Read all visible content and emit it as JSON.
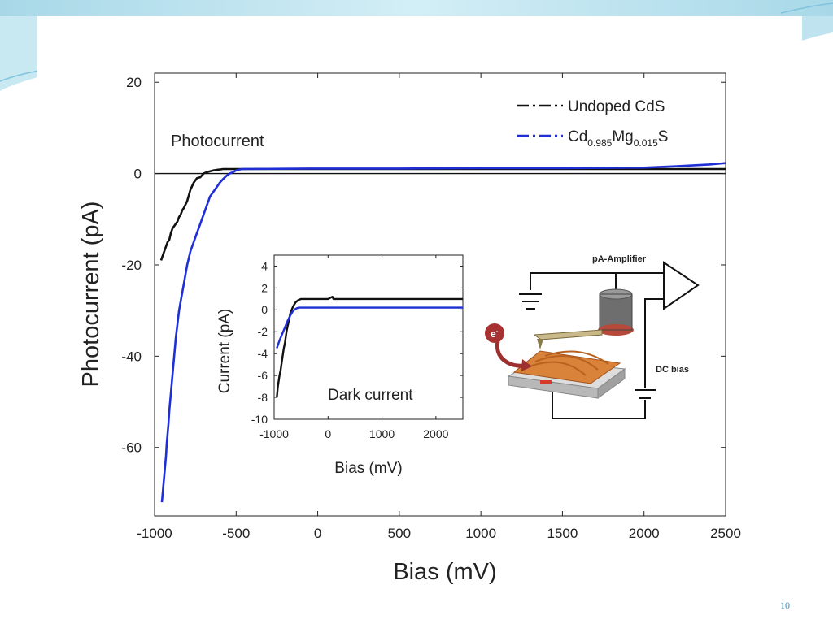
{
  "slide": {
    "page_number": "10"
  },
  "chart_data": [
    {
      "type": "line",
      "title": "",
      "annotation": "Photocurrent",
      "xlabel": "Bias (mV)",
      "ylabel": "Photocurrent (pA)",
      "xlim": [
        -1000,
        2500
      ],
      "ylim": [
        -75,
        22
      ],
      "xticks": [
        -1000,
        -500,
        0,
        500,
        1000,
        1500,
        2000,
        2500
      ],
      "yticks": [
        20,
        0,
        -20,
        -40,
        -60
      ],
      "zero_line": true,
      "legend_position": "top-right",
      "legend": [
        {
          "text": "Undoped CdS",
          "color": "#111111"
        },
        {
          "base": "Cd",
          "sub1": "0.985",
          "mid": "Mg",
          "sub2": "0.015",
          "end": "S",
          "color": "#1f2fd6"
        }
      ],
      "series": [
        {
          "name": "Undoped CdS",
          "color": "#111111",
          "x": [
            -960,
            -950,
            -940,
            -930,
            -920,
            -910,
            -900,
            -890,
            -880,
            -870,
            -860,
            -850,
            -840,
            -830,
            -820,
            -800,
            -780,
            -760,
            -740,
            -720,
            -700,
            -680,
            -660,
            -640,
            -620,
            -600,
            -580,
            -560,
            -540,
            -520,
            -500,
            0,
            500,
            1000,
            1500,
            2000,
            2500
          ],
          "y": [
            -19,
            -18,
            -17,
            -16,
            -15,
            -14.5,
            -13,
            -12,
            -11.5,
            -11,
            -10.5,
            -9.5,
            -9,
            -8,
            -7.5,
            -6,
            -3.5,
            -2,
            -1,
            -0.8,
            0,
            0.3,
            0.5,
            0.7,
            0.8,
            0.9,
            1,
            1,
            1,
            1,
            1,
            1,
            1,
            1,
            1,
            1,
            1
          ]
        },
        {
          "name": "Cd0.985Mg0.015S",
          "color": "#1f2fd6",
          "x": [
            -955,
            -950,
            -945,
            -940,
            -935,
            -930,
            -925,
            -920,
            -915,
            -910,
            -900,
            -890,
            -880,
            -870,
            -860,
            -850,
            -840,
            -830,
            -820,
            -810,
            -800,
            -790,
            -780,
            -770,
            -760,
            -740,
            -720,
            -700,
            -680,
            -660,
            -640,
            -620,
            -600,
            -580,
            -560,
            -540,
            -520,
            -500,
            -480,
            -460,
            0,
            500,
            1000,
            1500,
            2000,
            2200,
            2400,
            2500
          ],
          "y": [
            -72,
            -70,
            -68,
            -66,
            -64,
            -62,
            -59,
            -57,
            -55,
            -52,
            -48,
            -44,
            -40,
            -36,
            -33,
            -30,
            -28,
            -26,
            -24,
            -22,
            -20,
            -18.5,
            -17,
            -16,
            -15,
            -13,
            -11,
            -9,
            -7,
            -5,
            -4,
            -3,
            -2,
            -1.2,
            -0.5,
            0,
            0.3,
            0.7,
            0.9,
            1,
            1.1,
            1.1,
            1.2,
            1.2,
            1.3,
            1.6,
            2,
            2.3
          ]
        }
      ]
    },
    {
      "type": "line",
      "title": "",
      "annotation": "Dark current",
      "xlabel": "Bias (mV)",
      "ylabel": "Current (pA)",
      "xlim": [
        -1000,
        2500
      ],
      "ylim": [
        -10,
        5
      ],
      "xticks": [
        -1000,
        0,
        1000,
        2000
      ],
      "yticks": [
        4,
        2,
        0,
        -2,
        -4,
        -6,
        -8,
        -10
      ],
      "series": [
        {
          "name": "Undoped CdS",
          "color": "#111111",
          "x": [
            -950,
            -930,
            -900,
            -880,
            -850,
            -820,
            -800,
            -770,
            -750,
            -720,
            -700,
            -650,
            -600,
            -550,
            -500,
            0,
            80,
            100,
            1000,
            2000,
            2500
          ],
          "y": [
            -8,
            -7,
            -6,
            -5.5,
            -4.5,
            -3.5,
            -3,
            -2,
            -1.5,
            -0.8,
            -0.3,
            0.3,
            0.7,
            0.9,
            1,
            1,
            1.2,
            1,
            1,
            1,
            1
          ]
        },
        {
          "name": "Cd0.985Mg0.015S",
          "color": "#1f2fd6",
          "x": [
            -950,
            -900,
            -850,
            -800,
            -750,
            -700,
            -650,
            -600,
            -550,
            0,
            1000,
            2000,
            2500
          ],
          "y": [
            -3.5,
            -2.8,
            -2.2,
            -1.6,
            -1,
            -0.5,
            -0.1,
            0.1,
            0.2,
            0.2,
            0.2,
            0.2,
            0.2
          ]
        }
      ]
    }
  ],
  "schematic": {
    "amplifier_label": "pA-Amplifier",
    "dc_label": "DC bias",
    "electron_label": "e",
    "electron_sup": "-"
  }
}
